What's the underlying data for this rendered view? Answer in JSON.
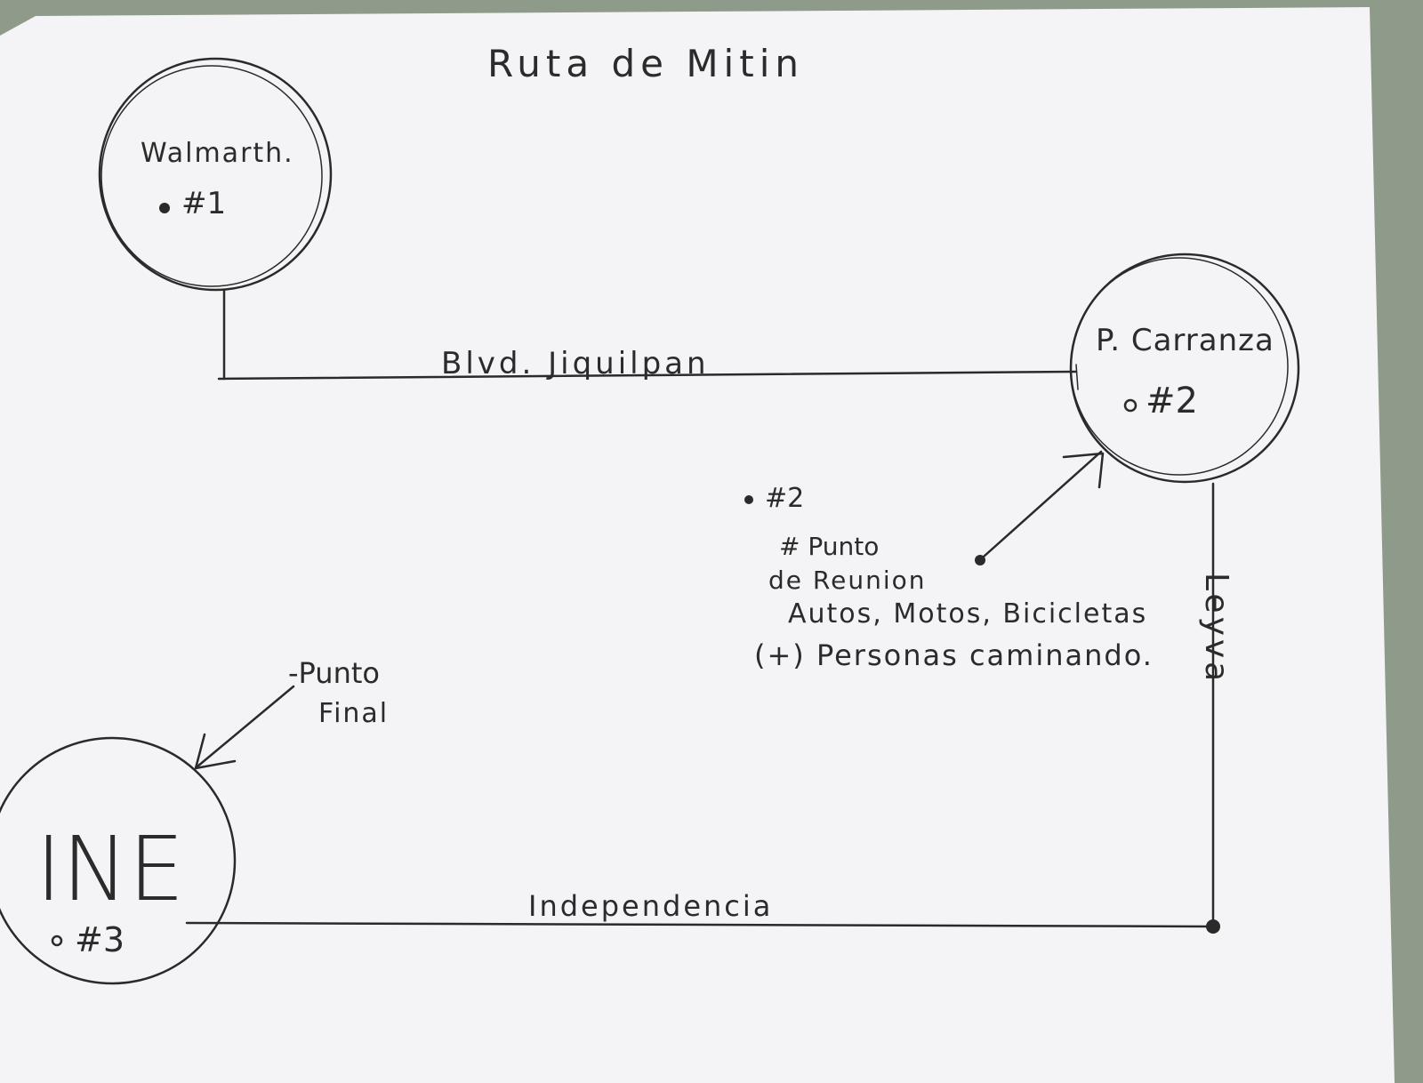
{
  "title": "Ruta de Mitin",
  "nodes": {
    "walmart": {
      "name": "Walmarth.",
      "number": "#1"
    },
    "carranza": {
      "name": "P. Carranza",
      "number": "#2"
    },
    "ine": {
      "name": "INE",
      "number": "#3"
    }
  },
  "streets": {
    "jiquilpan": "Blvd. Jiquilpan",
    "leyva": "Leyva",
    "independencia": "Independencia"
  },
  "meeting_note": {
    "marker": "#2",
    "line1": "# Punto",
    "line2": "de Reunion",
    "line3": "Autos, Motos, Bicicletas",
    "line4": "(+) Personas caminando."
  },
  "final_note": {
    "line1": "-Punto",
    "line2": "Final"
  },
  "colors": {
    "paper": "#f4f4f6",
    "ink": "#2a2a2a",
    "background": "#8e9a8a"
  }
}
